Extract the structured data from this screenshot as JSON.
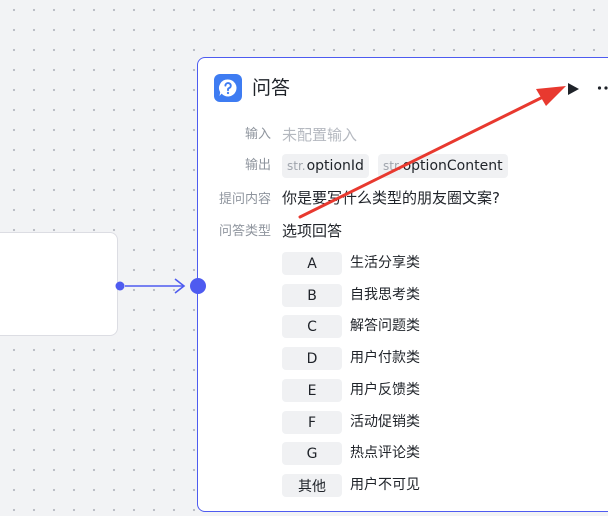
{
  "node": {
    "title": "问答",
    "input_label": "输入",
    "input_value": "未配置输入",
    "output_label": "输出",
    "outputs": [
      {
        "type": "str.",
        "name": "optionId"
      },
      {
        "type": "str.",
        "name": "optionContent"
      }
    ],
    "prompt_label": "提问内容",
    "prompt_value": "你是要写什么类型的朋友圈文案?",
    "qa_type_label": "问答类型",
    "qa_type_value": "选项回答",
    "options": [
      {
        "key": "A",
        "text": "生活分享类"
      },
      {
        "key": "B",
        "text": "自我思考类"
      },
      {
        "key": "C",
        "text": "解答问题类"
      },
      {
        "key": "D",
        "text": "用户付款类"
      },
      {
        "key": "E",
        "text": "用户反馈类"
      },
      {
        "key": "F",
        "text": "活动促销类"
      },
      {
        "key": "G",
        "text": "热点评论类"
      },
      {
        "key": "其他",
        "text": "用户不可见"
      }
    ]
  },
  "icons": {
    "node_icon": "question-bubble-icon",
    "run": "play-icon",
    "more": "more-horizontal-icon",
    "annotation": "red-arrow"
  },
  "colors": {
    "accent": "#4e5bf0",
    "node_icon_bg": "#3e7cf2",
    "annotation": "#e8392f",
    "canvas_bg": "#f2f3f5"
  }
}
